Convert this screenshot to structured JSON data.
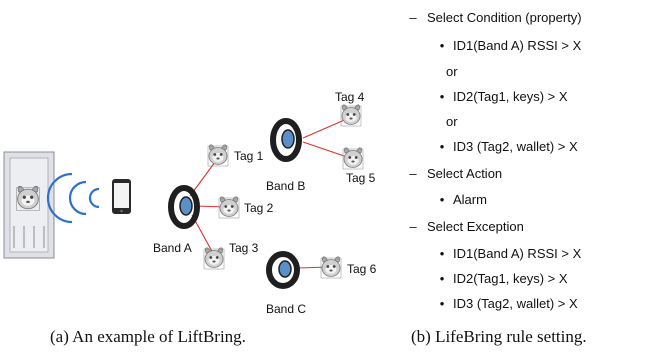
{
  "diagram": {
    "tags": {
      "tag1": "Tag 1",
      "tag2": "Tag 2",
      "tag3": "Tag 3",
      "tag4": "Tag 4",
      "tag5": "Tag 5",
      "tag6": "Tag 6"
    },
    "bands": {
      "band_a": "Band A",
      "band_b": "Band B",
      "band_c": "Band C"
    }
  },
  "rules": {
    "condition_heading": "Select Condition (property)",
    "condition_items": [
      "ID1(Band A) RSSI > X",
      "ID2(Tag1, keys) > X",
      "ID3 (Tag2, wallet) > X"
    ],
    "or_label": "or",
    "action_heading": "Select Action",
    "action_items": [
      "Alarm"
    ],
    "exception_heading": "Select Exception",
    "exception_items": [
      "ID1(Band A) RSSI > X",
      "ID2(Tag1, keys) > X",
      "ID3 (Tag2, wallet) > X"
    ],
    "dash_glyph": "–",
    "bullet_glyph": "•"
  },
  "captions": {
    "a": "(a) An example of LiftBring.",
    "b": "(b) LifeBring rule setting."
  }
}
